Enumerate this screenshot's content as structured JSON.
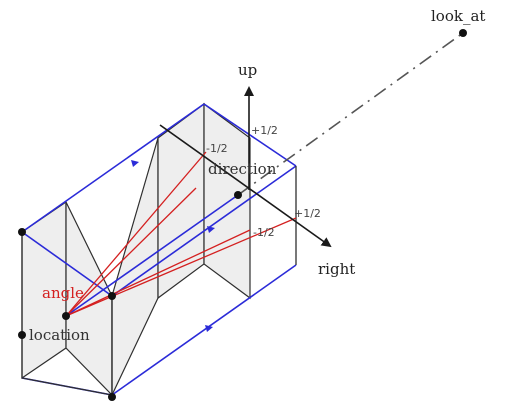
{
  "labels": {
    "look_at": "look_at",
    "up": "up",
    "right": "right",
    "direction": "direction",
    "angle": "angle",
    "location": "location",
    "up_half_pos": "+1/2",
    "up_half_neg": "-1/2",
    "right_half_pos": "+1/2",
    "right_half_neg": "-1/2"
  },
  "colors": {
    "frame": "#2f2f2f",
    "blue": "#2b2bd8",
    "red": "#d42020",
    "panel": "#e8e8e8",
    "axis": "#1a1a1a",
    "dash": "#555555"
  }
}
